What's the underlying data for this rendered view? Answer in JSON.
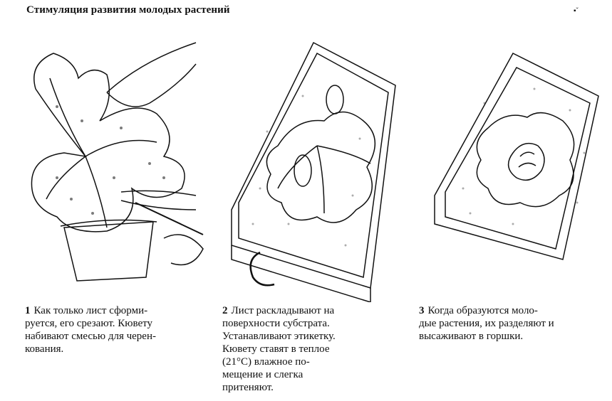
{
  "title": "Стимуляция развития молодых растений",
  "steps": [
    {
      "number": "1",
      "lines": [
        "Как только лист сформи-",
        "руется, его срезают. Кювету",
        "набивают смесью для черен-",
        "кования."
      ]
    },
    {
      "number": "2",
      "lines": [
        "Лист раскладывают на",
        "поверхности субстрата.",
        "Устанавливают этикетку.",
        "Кювету ставят в теплое",
        "(21°C) влажное по-",
        "мещение и слегка",
        "притеняют."
      ]
    },
    {
      "number": "3",
      "lines": [
        "Когда образуются моло-",
        "дые растения, их разделяют и",
        "высаживают в горшки."
      ]
    }
  ]
}
